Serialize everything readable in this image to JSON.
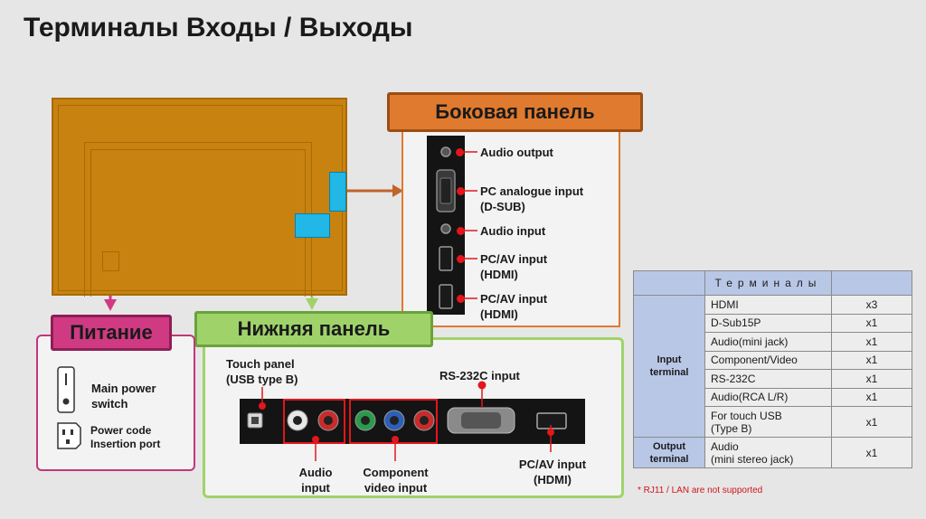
{
  "title": "Терминалы Входы / Выходы",
  "side_panel": {
    "header": "Боковая панель",
    "ports": [
      {
        "label": "Audio output"
      },
      {
        "label": "PC analogue input\n(D-SUB)"
      },
      {
        "label": "Audio input"
      },
      {
        "label": "PC/AV input\n(HDMI)"
      },
      {
        "label": "PC/AV input\n(HDMI)"
      }
    ]
  },
  "bottom_panel": {
    "header": "Нижняя панель",
    "touch_panel": "Touch panel\n(USB type B)",
    "rs232c": "RS-232C input",
    "audio_input": "Audio\ninput",
    "component": "Component\nvideo input",
    "hdmi": "PC/AV input\n(HDMI)"
  },
  "power": {
    "header": "Питание",
    "switch": "Main power\nswitch",
    "port": "Power code\nInsertion port"
  },
  "table": {
    "header": "Терминалы",
    "input_group": "Input\nterminal",
    "output_group": "Output\nterminal",
    "rows": [
      {
        "name": "HDMI",
        "count": "x3"
      },
      {
        "name": "D-Sub15P",
        "count": "x1"
      },
      {
        "name": "Audio(mini jack)",
        "count": "x1"
      },
      {
        "name": "Component/Video",
        "count": "x1"
      },
      {
        "name": "RS-232C",
        "count": "x1"
      },
      {
        "name": "Audio(RCA L/R)",
        "count": "x1"
      },
      {
        "name": "For touch USB\n(Type B)",
        "count": "x1"
      }
    ],
    "output_rows": [
      {
        "name": "Audio\n(mini stereo jack)",
        "count": "x1"
      }
    ],
    "note": "* RJ11 / LAN are not supported"
  },
  "colors": {
    "side_accent": "#e07a2e",
    "bottom_accent": "#9fd36a",
    "power_accent": "#cf3a83",
    "table_header": "#b9c7e6",
    "port_marker": "#e2161b"
  }
}
